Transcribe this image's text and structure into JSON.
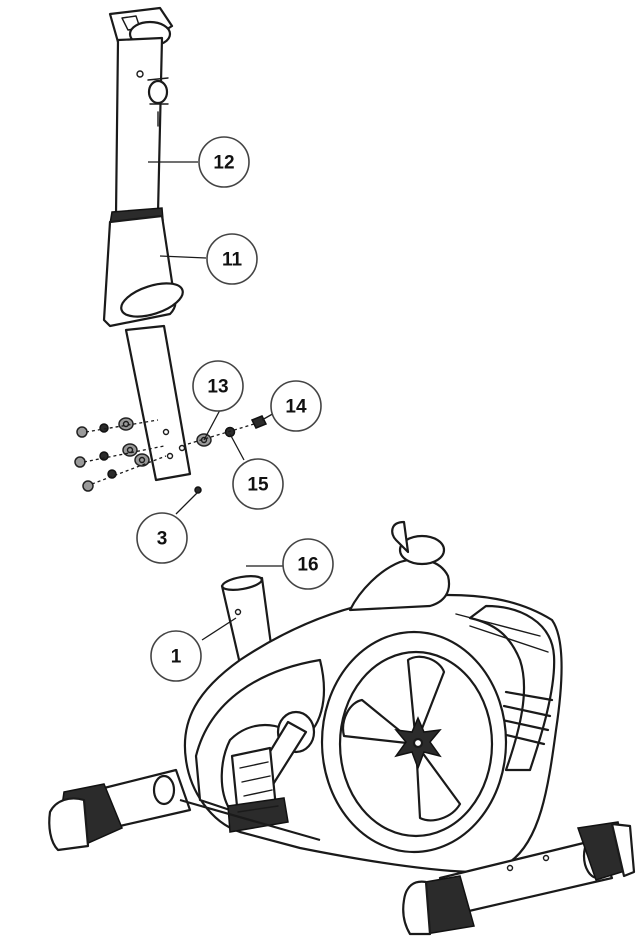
{
  "callouts": [
    {
      "id": "c12",
      "label": "12"
    },
    {
      "id": "c11",
      "label": "11"
    },
    {
      "id": "c13",
      "label": "13"
    },
    {
      "id": "c14",
      "label": "14"
    },
    {
      "id": "c15",
      "label": "15"
    },
    {
      "id": "c3",
      "label": "3"
    },
    {
      "id": "c16",
      "label": "16"
    },
    {
      "id": "c1",
      "label": "1"
    }
  ]
}
